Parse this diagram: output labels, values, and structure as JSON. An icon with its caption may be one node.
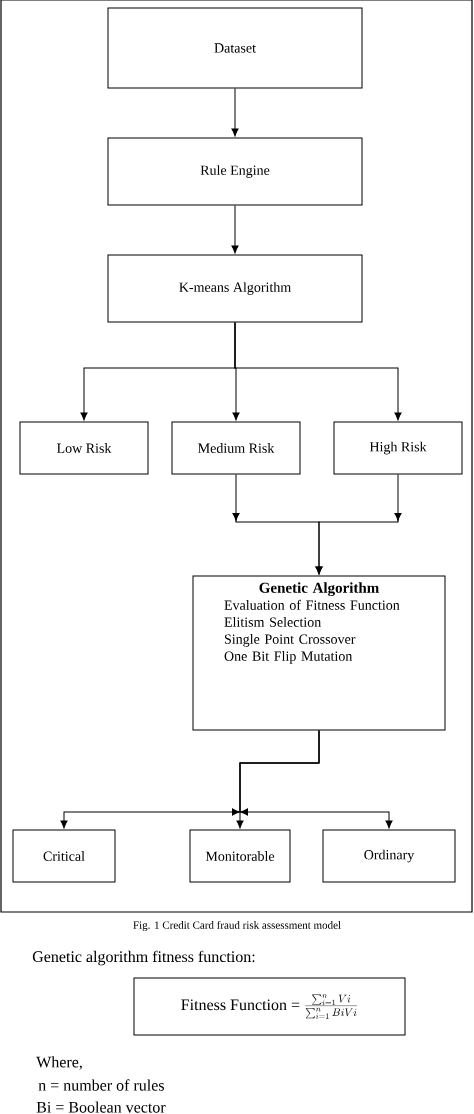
{
  "diagram": {
    "caption": "Fig. 1  Credit Card fraud risk assessment model",
    "nodes": [
      {
        "text": [
          "Dataset"
        ]
      },
      {
        "text": [
          "Rule Engine"
        ]
      },
      {
        "text": [
          "K-means Algorithm"
        ]
      },
      {
        "text": [
          "Low Risk"
        ]
      },
      {
        "text": [
          "Medium Risk"
        ]
      },
      {
        "text": [
          "High Risk"
        ]
      },
      {
        "text": [
          "Genetic Algorithm",
          "Evaluation of Fitness Function",
          "Elitism Selection",
          "Single Point Crossover",
          "One Bit Flip Mutation"
        ]
      },
      {
        "text": [
          "Critical"
        ]
      },
      {
        "text": [
          "Monitorable"
        ]
      },
      {
        "text": [
          "Ordinary"
        ]
      },
      {
        "text": [
          "Fitness Function =",
          "\\frac{\\sum_{i=1}^{n}Vi}{\\sum_{i=1}^{n}BiVi}"
        ]
      }
    ],
    "edges": [
      {
        "from": 0,
        "to": 1,
        "arrow": "to"
      },
      {
        "from": 1,
        "to": 2,
        "arrow": "to"
      },
      {
        "from": 2,
        "to": 3,
        "arrow": "to"
      },
      {
        "from": 2,
        "to": 4,
        "arrow": "to"
      },
      {
        "from": 2,
        "to": 5,
        "arrow": "to"
      },
      {
        "from": 4,
        "to": 6,
        "arrow": "to"
      },
      {
        "from": 5,
        "to": 6,
        "arrow": "to"
      },
      {
        "from": 6,
        "to": 7,
        "arrow": "to"
      },
      {
        "from": 6,
        "to": 8,
        "arrow": "to"
      },
      {
        "from": 6,
        "to": 9,
        "arrow": "to"
      }
    ],
    "labels": [
      "Genetic algorithm fitness function:",
      "Where,",
      "n = number of rules",
      "Bi = Boolean vector"
    ]
  }
}
